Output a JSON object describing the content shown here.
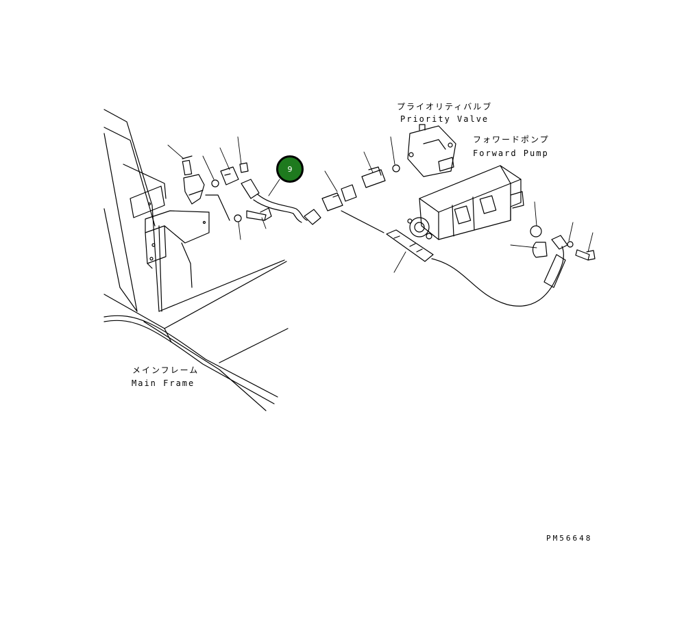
{
  "labels": {
    "priority_valve_jp": "プライオリティバルブ",
    "priority_valve_en": "Priority Valve",
    "forward_pump_jp": "フォワードポンプ",
    "forward_pump_en": "Forward Pump",
    "main_frame_jp": "メインフレーム",
    "main_frame_en": "Main Frame"
  },
  "callout": {
    "number": "9",
    "color": "#1e7a1e"
  },
  "figure_code": "PM56648"
}
